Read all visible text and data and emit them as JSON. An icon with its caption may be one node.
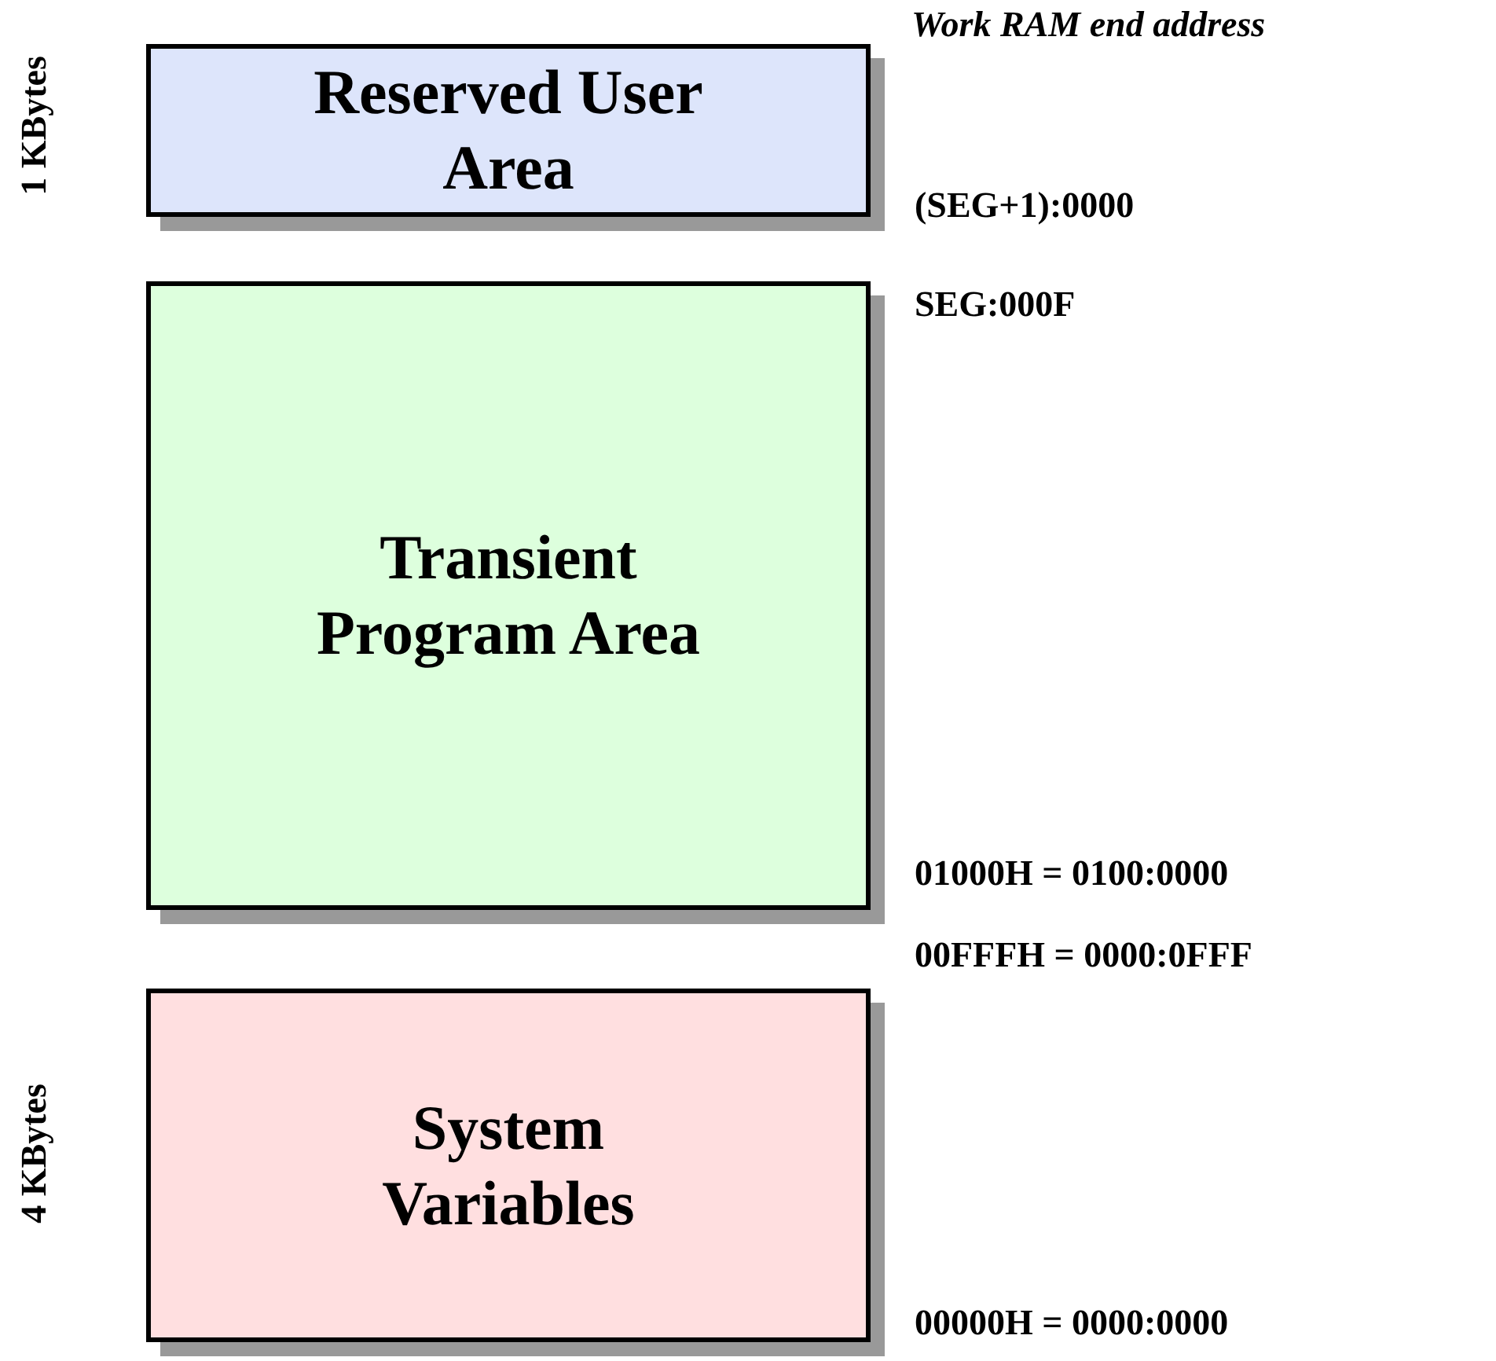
{
  "diagram": {
    "nodes": [
      {
        "text": [
          "Reserved User Area"
        ]
      },
      {
        "text": [
          "Transient Program Area"
        ]
      },
      {
        "text": [
          "System Variables"
        ]
      }
    ],
    "labels": [
      "1 KBytes",
      "Work RAM end address",
      "(SEG+1):0000",
      "SEG:000F",
      "01000H = 0100:0000",
      "00FFFH = 0000:0FFF",
      "4 KBytes",
      "00000H = 0000:0000"
    ]
  }
}
